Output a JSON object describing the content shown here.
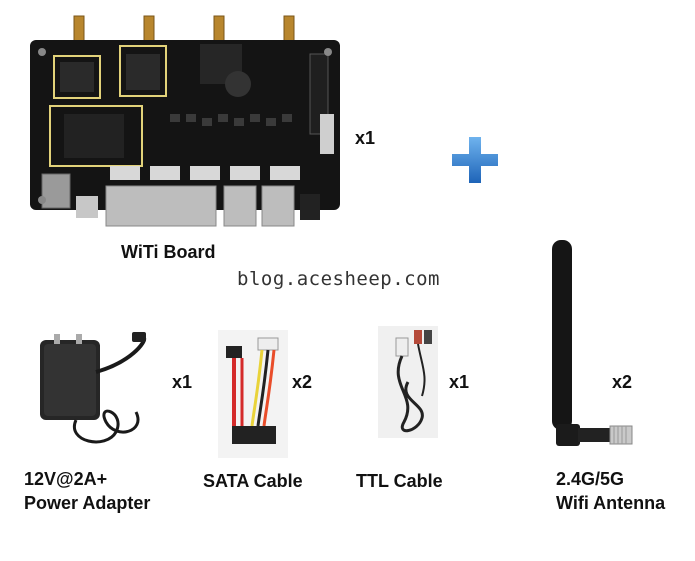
{
  "board": {
    "label": "WiTi Board",
    "qty": "x1"
  },
  "watermark": "blog.acesheep.com",
  "items": [
    {
      "label_line1": "12V@2A+",
      "label_line2": "Power Adapter",
      "qty": "x1"
    },
    {
      "label_line1": "SATA Cable",
      "qty": "x2"
    },
    {
      "label_line1": "TTL Cable",
      "qty": "x1"
    },
    {
      "label_line1": "2.4G/5G",
      "label_line2": "Wifi Antenna",
      "qty": "x2"
    }
  ],
  "colors": {
    "plus": "#2e7fd0",
    "board": "#141414",
    "silk": "#e2d27a"
  }
}
